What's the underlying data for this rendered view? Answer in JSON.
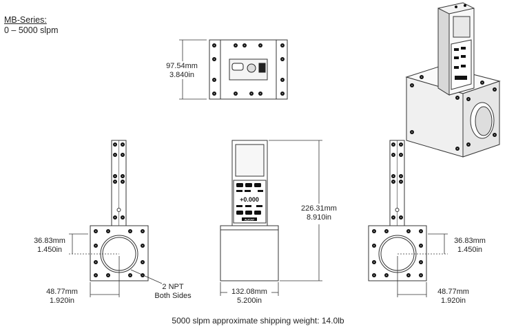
{
  "header": {
    "series": "MB-Series:",
    "range": "0 – 5000 slpm"
  },
  "dimensions": {
    "top_height": {
      "mm": "97.54mm",
      "in": "3.840in"
    },
    "front_height": {
      "mm": "226.31mm",
      "in": "8.910in"
    },
    "front_width": {
      "mm": "132.08mm",
      "in": "5.200in"
    },
    "left_port_height": {
      "mm": "36.83mm",
      "in": "1.450in"
    },
    "left_port_width": {
      "mm": "48.77mm",
      "in": "1.920in"
    },
    "right_port_height": {
      "mm": "36.83mm",
      "in": "1.450in"
    },
    "right_port_width": {
      "mm": "48.77mm",
      "in": "1.920in"
    }
  },
  "notes": {
    "npt_line1": "2 NPT",
    "npt_line2": "Both Sides"
  },
  "display": {
    "reading": "+0.000",
    "brand": "ALICAT"
  },
  "footer": "5000 slpm approximate shipping weight: 14.0lb"
}
